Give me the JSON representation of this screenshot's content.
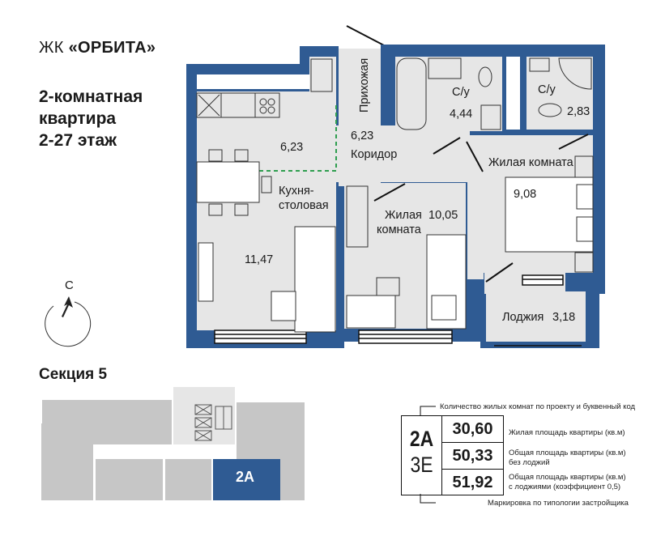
{
  "header": {
    "complex_prefix": "ЖК",
    "complex_name": "«ОРБИТА»",
    "apartment_type": "2-комнатная",
    "apartment_word": "квартира",
    "floors": "2-27 этаж"
  },
  "compass": {
    "label": "С"
  },
  "plan": {
    "colors": {
      "wall": "#2f5b93",
      "floor": "#e6e6e6",
      "zone_line": "#2e9e4f"
    },
    "rooms": [
      {
        "name": "Прихожая",
        "area": ""
      },
      {
        "name": "Коридор",
        "area": "6,23"
      },
      {
        "name": "Кухня-",
        "name2": "столовая",
        "area": "11,47",
        "zone_area": "6,23"
      },
      {
        "name": "С/у",
        "area": "4,44"
      },
      {
        "name": "С/у",
        "area": "2,83"
      },
      {
        "name": "Жилая комната",
        "area": "9,08"
      },
      {
        "name": "Жилая",
        "name2": "комната",
        "area": "10,05"
      },
      {
        "name": "Лоджия",
        "area": "3,18"
      }
    ]
  },
  "section": {
    "title": "Секция 5",
    "highlight_label": "2А",
    "highlight_color": "#2f5b93"
  },
  "legend": {
    "rooms_code": "2А",
    "developer_code": "3Е",
    "living_area": "30,60",
    "total_no_loggia": "50,33",
    "total_with_loggia": "51,92",
    "note_top": "Количество жилых комнат по проекту и буквенный код",
    "note_living": "Жилая площадь квартиры (кв.м)",
    "note_total_1": "Общая площадь квартиры (кв.м)",
    "note_total_2": "без лоджий",
    "note_loggia_1": "Общая площадь квартиры (кв.м)",
    "note_loggia_2": "с лоджиями (коэффициент 0,5)",
    "note_bottom": "Маркировка по типологии застройщика"
  }
}
